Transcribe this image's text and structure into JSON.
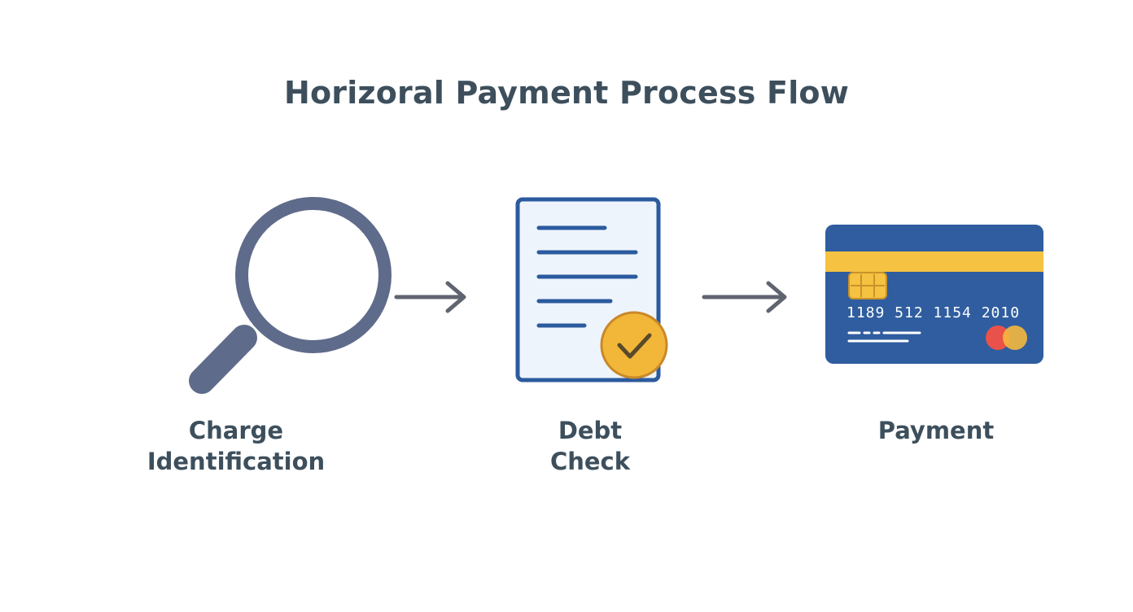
{
  "title": "Horizoral Payment Process Flow",
  "steps": [
    {
      "line1": "Charge",
      "line2": "Identification",
      "icon": "magnifying-glass-icon"
    },
    {
      "line1": "Debt",
      "line2": "Check",
      "icon": "document-check-icon"
    },
    {
      "line1": "Payment",
      "line2": "",
      "icon": "credit-card-icon"
    }
  ],
  "card": {
    "number": "1189 512 1154 2010"
  },
  "colors": {
    "text": "#3d4f5c",
    "magnifier": "#5f6b8a",
    "document_border": "#2b5a9e",
    "document_fill": "#eef4fb",
    "check_badge": "#f2b638",
    "card_blue": "#2f5d9f",
    "card_stripe": "#f5c242",
    "arrow": "#5f6470"
  }
}
